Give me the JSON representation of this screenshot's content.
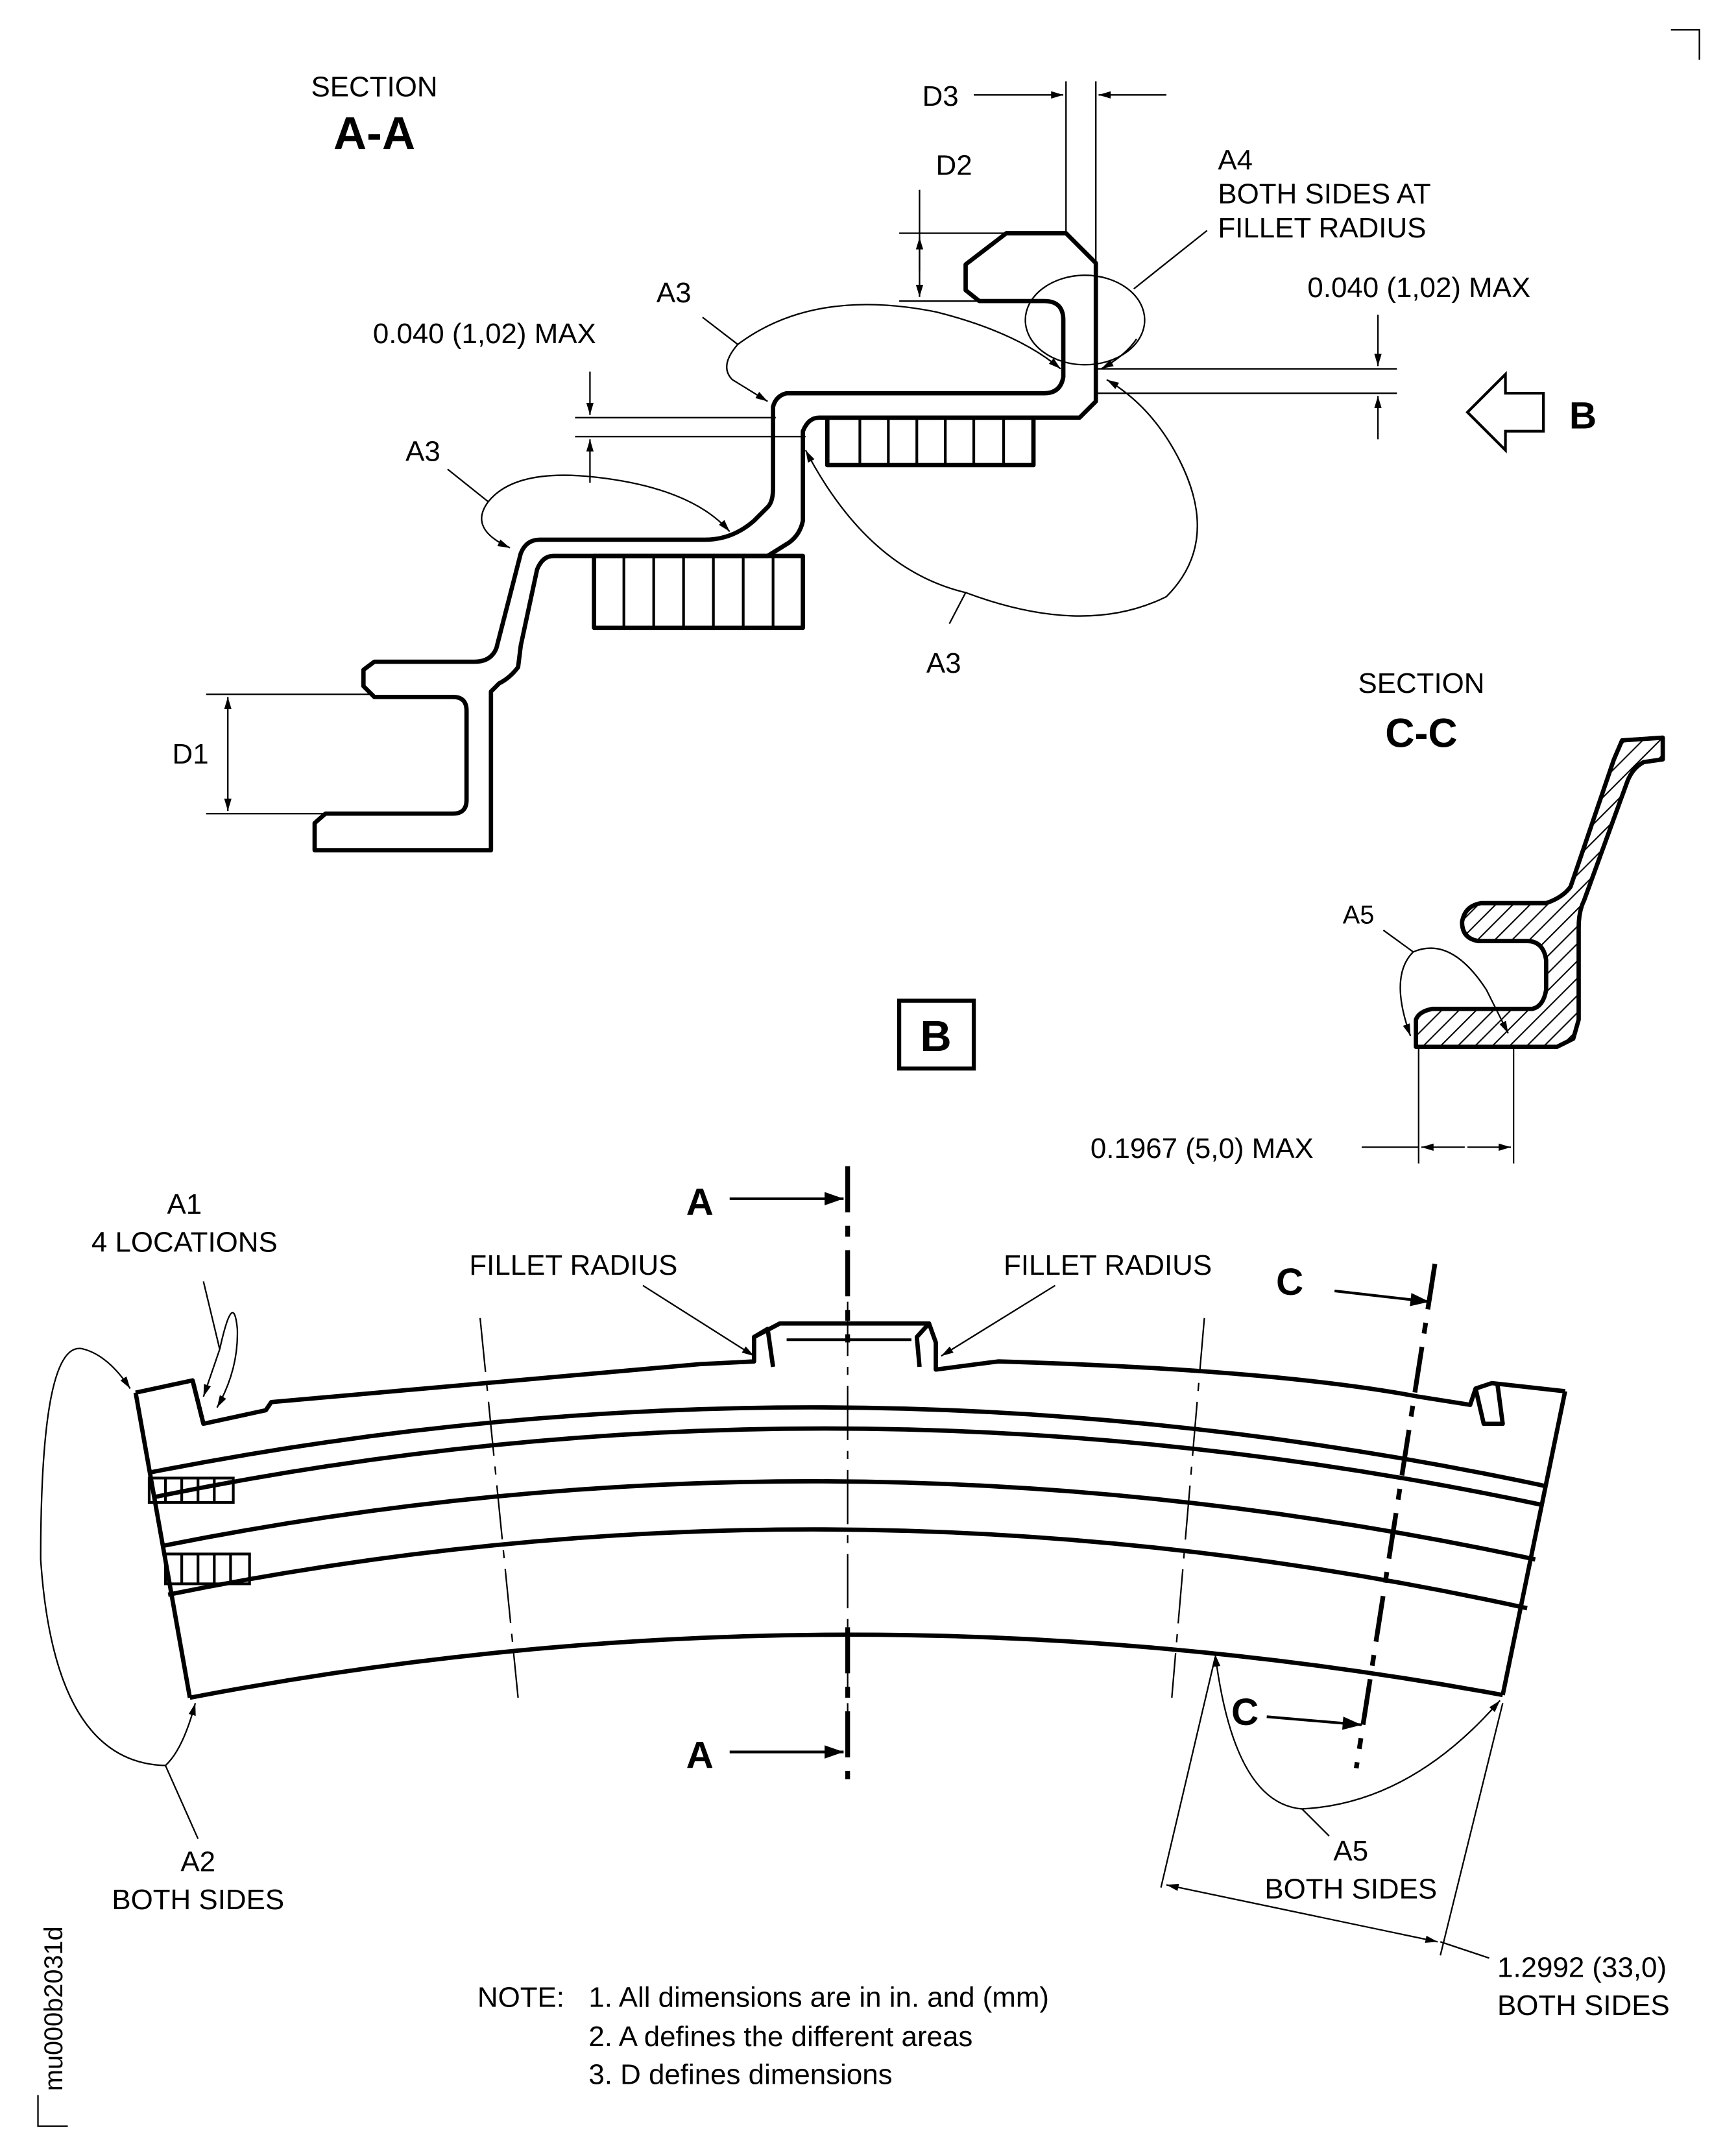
{
  "section_aa": {
    "title": "SECTION",
    "letter": "A-A",
    "labels": {
      "d1": "D1",
      "d2": "D2",
      "d3": "D3",
      "a3_left": "A3",
      "a3_mid": "A3",
      "a3_bottom": "A3",
      "a4": "A4",
      "a4_line2": "BOTH SIDES AT",
      "a4_line3": "FILLET RADIUS",
      "dim_left": "0.040 (1,02) MAX",
      "dim_right": "0.040 (1,02) MAX",
      "view_arrow": "B"
    }
  },
  "section_cc": {
    "title": "SECTION",
    "letter": "C-C",
    "a5": "A5",
    "dim": "0.1967 (5,0) MAX"
  },
  "view_b": {
    "label": "B",
    "a1": "A1",
    "a1_line2": "4 LOCATIONS",
    "a2": "A2",
    "a2_line2": "BOTH SIDES",
    "fillet_left": "FILLET RADIUS",
    "fillet_right": "FILLET RADIUS",
    "cut_a_top": "A",
    "cut_a_bottom": "A",
    "cut_c_top": "C",
    "cut_c_bottom": "C",
    "a5": "A5",
    "a5_line2": "BOTH SIDES",
    "dim": "1.2992 (33,0)",
    "dim_line2": "BOTH SIDES"
  },
  "notes": {
    "prefix": "NOTE:",
    "items": [
      "1. All dimensions are in in. and (mm)",
      "2. A defines the different areas",
      "3. D defines dimensions"
    ]
  },
  "figure_id": "mu000b2031d"
}
